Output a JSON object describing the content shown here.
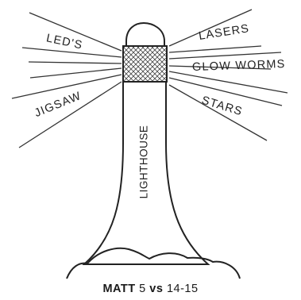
{
  "rays": {
    "left_top": "LED'S",
    "left_bottom": "JIGSAW",
    "right_top": "LASERS",
    "right_middle": "GLOW WORMS",
    "right_bottom": "STARS"
  },
  "tower": {
    "label": "LIGHTHOUSE"
  },
  "caption": {
    "name": "MATT",
    "chapter": "5",
    "vs": "vs",
    "verses": "14-15"
  }
}
